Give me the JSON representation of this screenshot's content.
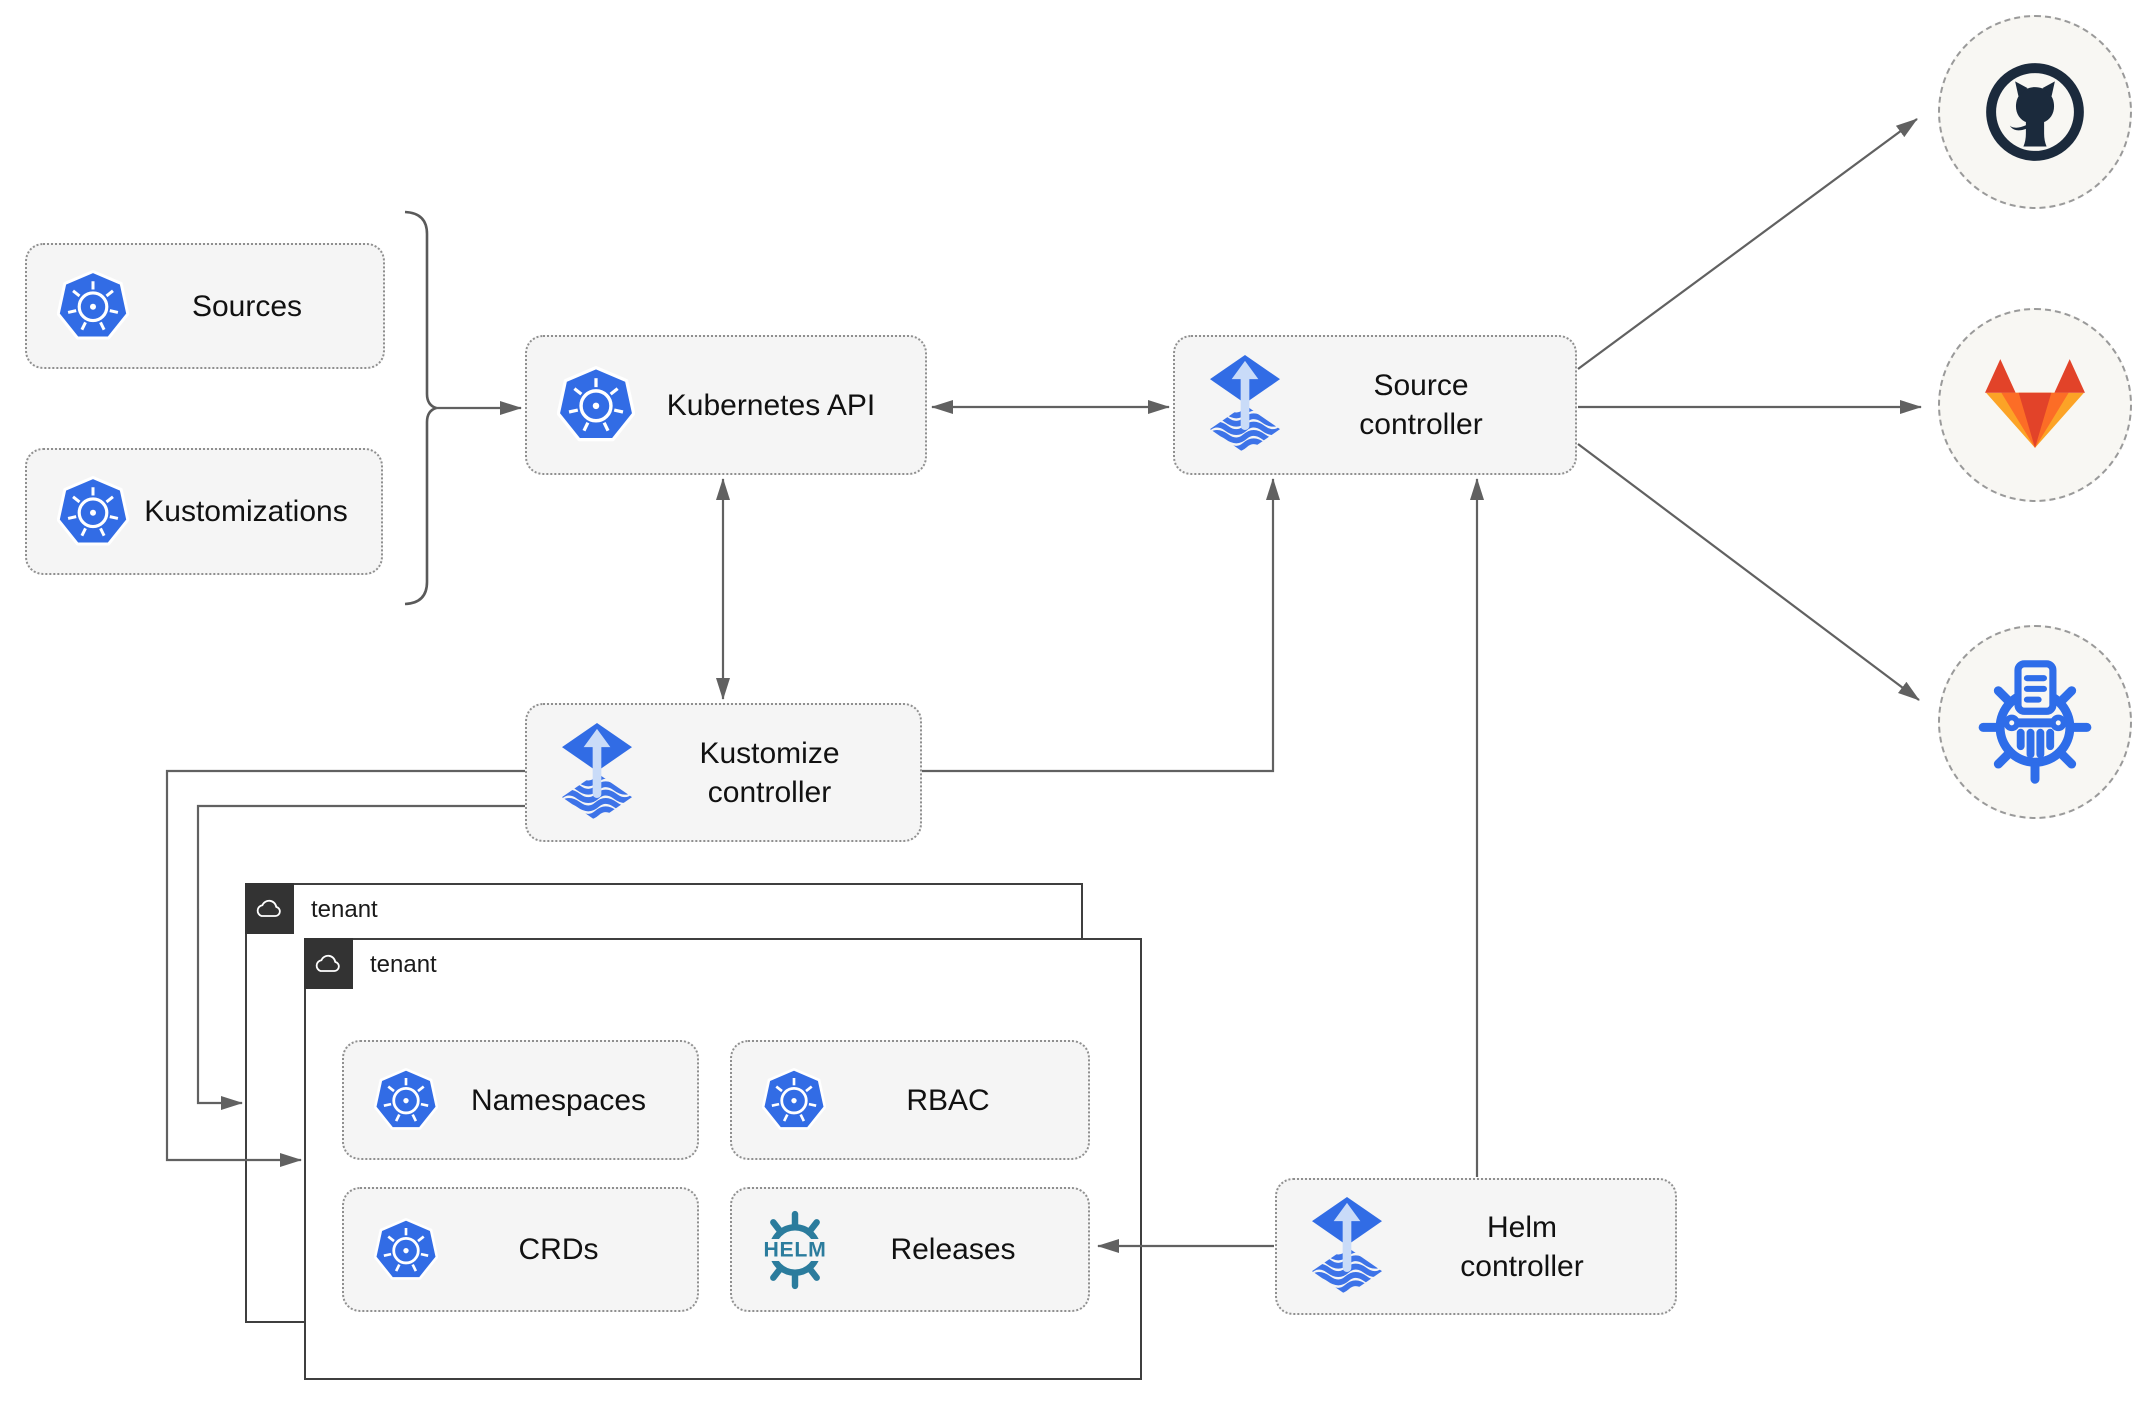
{
  "nodes": {
    "sources": {
      "label": "Sources"
    },
    "kustomizations": {
      "label": "Kustomizations"
    },
    "kubernetes_api": {
      "label": "Kubernetes API"
    },
    "source_controller": {
      "label": "Source\ncontroller"
    },
    "kustomize_controller": {
      "label": "Kustomize\ncontroller"
    },
    "helm_controller": {
      "label": "Helm\ncontroller"
    },
    "namespaces": {
      "label": "Namespaces"
    },
    "rbac": {
      "label": "RBAC"
    },
    "crds": {
      "label": "CRDs"
    },
    "releases": {
      "label": "Releases"
    }
  },
  "tenants": {
    "back_label": "tenant",
    "front_label": "tenant"
  },
  "helm_logo_text": "HELM",
  "icons": {
    "kubernetes": "kubernetes-logo",
    "flux": "flux-logo",
    "helm": "helm-logo",
    "cloud": "cloud-icon",
    "github": "github-logo",
    "gitlab": "gitlab-logo",
    "registry": "kustomize-registry-logo"
  },
  "colors": {
    "kubernetes_blue": "#326CE5",
    "flux_blue": "#316CE5",
    "flux_light": "#C9DBF8",
    "helm_teal": "#2B7C9D",
    "github_navy": "#1B2A3C",
    "gitlab_dark_orange": "#E24329",
    "gitlab_orange": "#FC6D26",
    "gitlab_light_orange": "#FCA326",
    "registry_blue": "#2E6DE9",
    "line_gray": "#616161",
    "node_fill": "#F5F5F5",
    "tenant_tab_bg": "#333333"
  }
}
